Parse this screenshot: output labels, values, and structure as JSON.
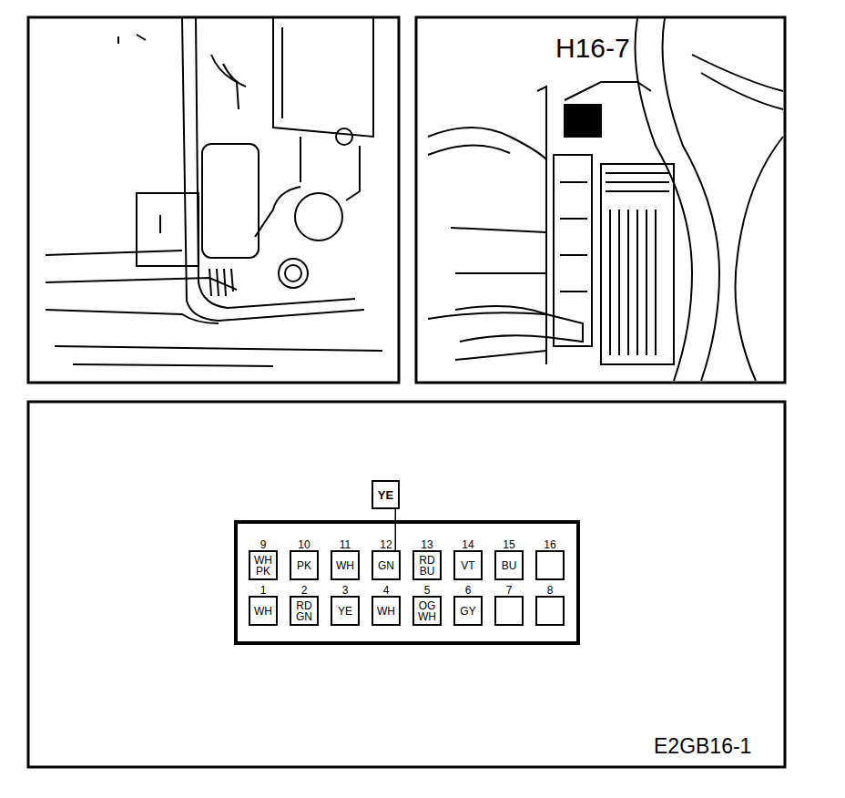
{
  "diagram": {
    "nodes": [
      {
        "text": [
          "H16-7"
        ]
      },
      {
        "text": [
          "E2GB16-1"
        ]
      },
      {
        "text": [
          "YE"
        ],
        "in": 1
      },
      {
        "text": [
          "9",
          "WH PK"
        ],
        "in": 1
      },
      {
        "text": [
          "10",
          "PK"
        ],
        "in": 1
      },
      {
        "text": [
          "11",
          "WH"
        ],
        "in": 1
      },
      {
        "text": [
          "12",
          "GN"
        ],
        "in": 1
      },
      {
        "text": [
          "13",
          "RD BU"
        ],
        "in": 1
      },
      {
        "text": [
          "14",
          "VT"
        ],
        "in": 1
      },
      {
        "text": [
          "15",
          "BU"
        ],
        "in": 1
      },
      {
        "text": [
          "16"
        ],
        "in": 1
      },
      {
        "text": [
          "1",
          "WH"
        ],
        "in": 1
      },
      {
        "text": [
          "2",
          "RD GN"
        ],
        "in": 1
      },
      {
        "text": [
          "3",
          "YE"
        ],
        "in": 1
      },
      {
        "text": [
          "4",
          "WH"
        ],
        "in": 1
      },
      {
        "text": [
          "5",
          "OG WH"
        ],
        "in": 1
      },
      {
        "text": [
          "6",
          "GY"
        ],
        "in": 1
      },
      {
        "text": [
          "7"
        ],
        "in": 1
      },
      {
        "text": [
          "8"
        ],
        "in": 1
      }
    ],
    "edges": [
      {
        "from": 2,
        "to": 6,
        "arrow": "none"
      }
    ]
  }
}
